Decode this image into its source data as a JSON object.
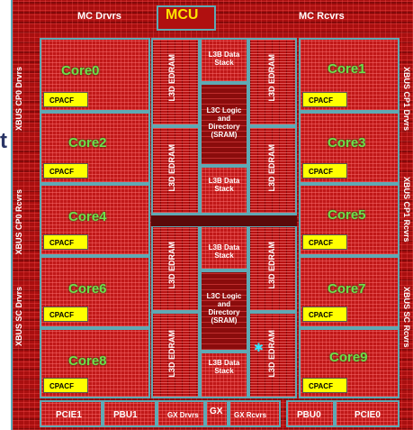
{
  "edge_glyph": "t",
  "top": {
    "mc_drivers": "MC Drvrs",
    "mcu": "MCU",
    "mc_receivers": "MC Rcvrs"
  },
  "side_labels": {
    "xbus_cp0_drvrs": "XBUS CP0 Drvrs",
    "xbus_cp0_rcvrs": "XBUS CP0 Rcvrs",
    "xbus_sc_drvrs": "XBUS SC Drvrs",
    "xbus_cp1_drvrs": "XBUS CP1 Drvrs",
    "xbus_cp1_rcvrs": "XBUS CP1 Rcvrs",
    "xbus_sc_rcvrs": "XBUS SC Rcvrs"
  },
  "cores": [
    "Core0",
    "Core1",
    "Core2",
    "Core3",
    "Core4",
    "Core5",
    "Core6",
    "Core7",
    "Core8",
    "Core9"
  ],
  "cpacf": "CPACF",
  "center": {
    "edram": "L3D EDRAM",
    "data_stack": "L3B Data Stack",
    "l3c": "L3C Logic and Directory (SRAM)"
  },
  "bottom": {
    "pcie1": "PCIE1",
    "pbu1": "PBU1",
    "gx_drvrs": "GX Drvrs",
    "gx": "GX",
    "gx_rcvrs": "GX Rcvrs",
    "pbu0": "PBU0",
    "pcie0": "PCIE0"
  },
  "colors": {
    "die": "#a90f0f",
    "outline": "#5fa9b4",
    "core_text": "#6ee04a",
    "cpacf_bg": "#ffff00",
    "marker": "#33e6ff"
  }
}
